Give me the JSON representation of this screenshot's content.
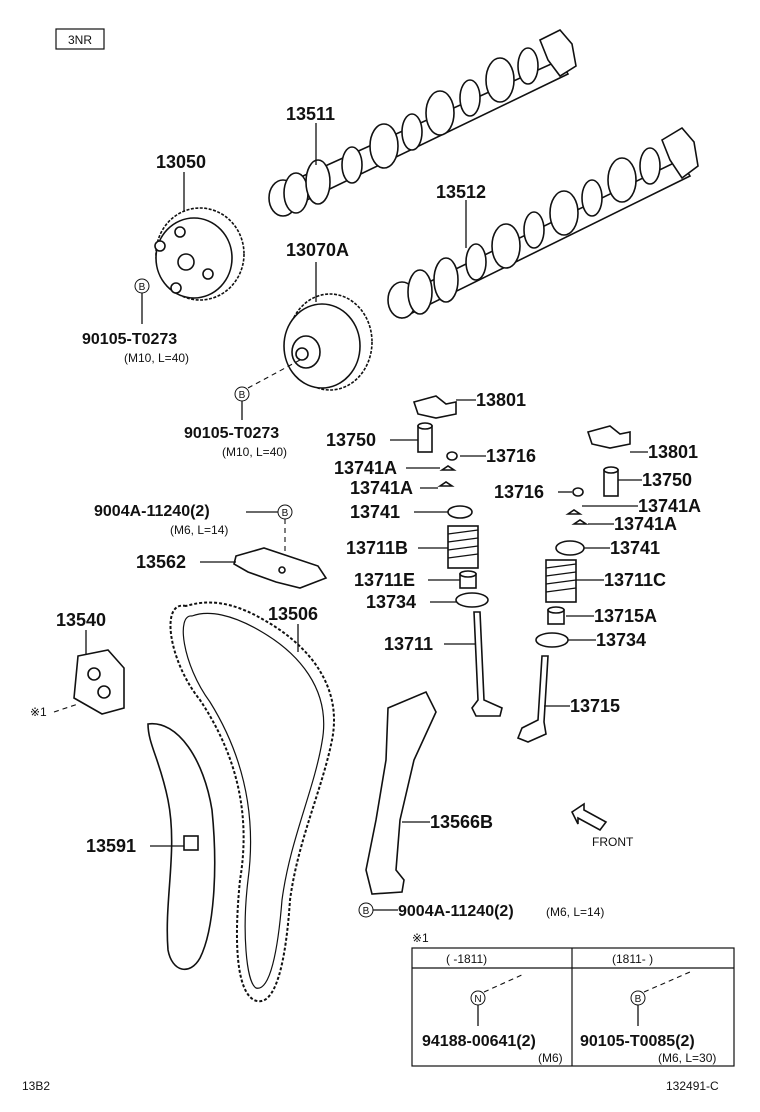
{
  "header": {
    "engine_tag": "3NR"
  },
  "footer": {
    "left_code": "13B2",
    "right_code": "132491-C"
  },
  "callouts": {
    "p13511": "13511",
    "p13050": "13050",
    "p13512": "13512",
    "p13070A": "13070A",
    "bolt1": "90105-T0273",
    "bolt1_spec": "(M10, L=40)",
    "bolt2": "90105-T0273",
    "bolt2_spec": "(M10, L=40)",
    "p13801a": "13801",
    "p13750a": "13750",
    "p13716a": "13716",
    "p13741Aa": "13741A",
    "p13741Ab": "13741A",
    "p13741a": "13741",
    "p13711B": "13711B",
    "p13711E": "13711E",
    "p13734a": "13734",
    "p13711": "13711",
    "p13801b": "13801",
    "p13750b": "13750",
    "p13716b": "13716",
    "p13741Ac": "13741A",
    "p13741Ad": "13741A",
    "p13741b": "13741",
    "p13711C": "13711C",
    "p13715A": "13715A",
    "p13734b": "13734",
    "p13715": "13715",
    "bolt3": "9004A-11240(2)",
    "bolt3_spec": "(M6, L=14)",
    "p13562": "13562",
    "p13540": "13540",
    "note_mark": "※1",
    "p13506": "13506",
    "p13591": "13591",
    "p13566B": "13566B",
    "bolt4": "9004A-11240(2)",
    "bolt4_spec": "(M6, L=14)",
    "front": "FRONT",
    "circle_b": "B",
    "circle_n": "N"
  },
  "note_table": {
    "mark": "※1",
    "col1_header": "(        -1811)",
    "col2_header": "(1811-        )",
    "col1_part": "94188-00641(2)",
    "col1_spec": "(M6)",
    "col2_part": "90105-T0085(2)",
    "col2_spec": "(M6, L=30)"
  }
}
